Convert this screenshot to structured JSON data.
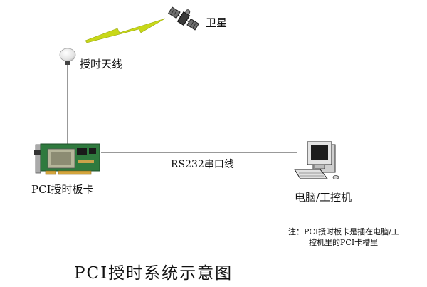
{
  "labels": {
    "satellite": "卫星",
    "antenna": "授时天线",
    "serial_line": "RS232串口线",
    "pci_card": "PCI授时板卡",
    "computer": "电脑/工控机"
  },
  "note": {
    "line1": "注：PCI授时板卡是插在电脑/工",
    "line2": "控机里的PCI卡槽里"
  },
  "title": "PCI授时系统示意图",
  "colors": {
    "signal_bolt": "#c8d818",
    "card_pcb": "#2f7a3e",
    "connector_line": "#333333"
  },
  "icons": [
    "satellite-icon",
    "lightning-bolt-icon",
    "gps-antenna-icon",
    "pci-card-icon",
    "computer-icon"
  ]
}
